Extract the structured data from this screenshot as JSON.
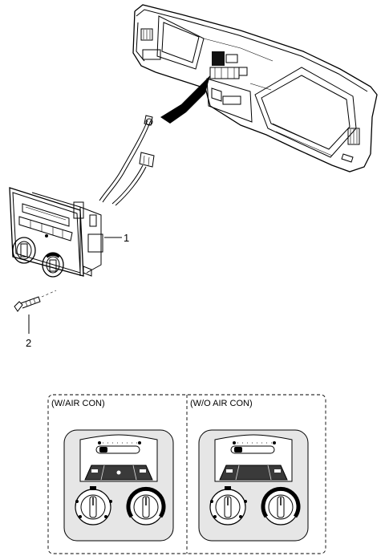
{
  "callouts": [
    {
      "number": "1"
    },
    {
      "number": "2"
    }
  ],
  "variants": {
    "with_ac": {
      "label": "(W/AIR CON)"
    },
    "without_ac": {
      "label": "(W/O AIR CON)"
    }
  }
}
